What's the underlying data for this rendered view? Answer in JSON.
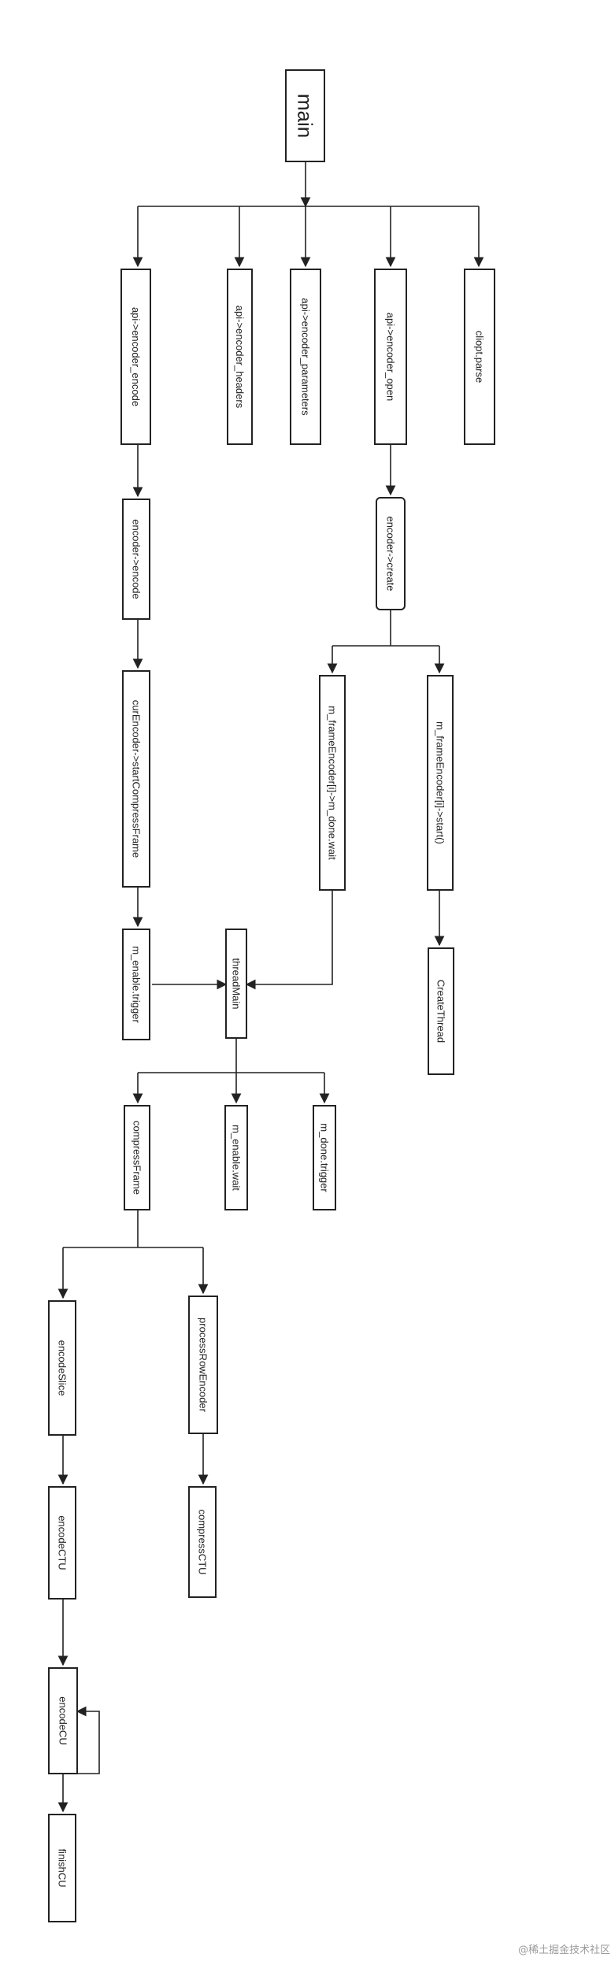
{
  "diagram": {
    "nodes": {
      "main": "main",
      "api_encode": "api->encoder_encode",
      "api_headers": "api->encoder_headers",
      "api_parameters": "api->encoder_parameters",
      "api_open": "api->encoder_open",
      "cliopt_parse": "cliopt.parse",
      "encoder_encode": "encoder->encode",
      "encoder_create": "encoder->create",
      "start_compress": "curEncoder->startCompressFrame",
      "done_wait": "m_frameEncoder[i]->m_done.wait",
      "frame_start": "m_frameEncoder[i]->start()",
      "enable_trigger": "m_enable.trigger",
      "thread_main": "threadMain",
      "create_thread": "CreateThread",
      "compress_frame": "compressFrame",
      "enable_wait": "m_enable.wait",
      "done_trigger": "m_done.trigger",
      "encode_slice": "encodeSlice",
      "process_row": "processRowEncoder",
      "encode_ctu": "encodeCTU",
      "compress_ctu": "compressCTU",
      "encode_cu": "encodeCU",
      "finish_cu": "finishCU"
    },
    "watermark": "@稀土掘金技术社区"
  }
}
